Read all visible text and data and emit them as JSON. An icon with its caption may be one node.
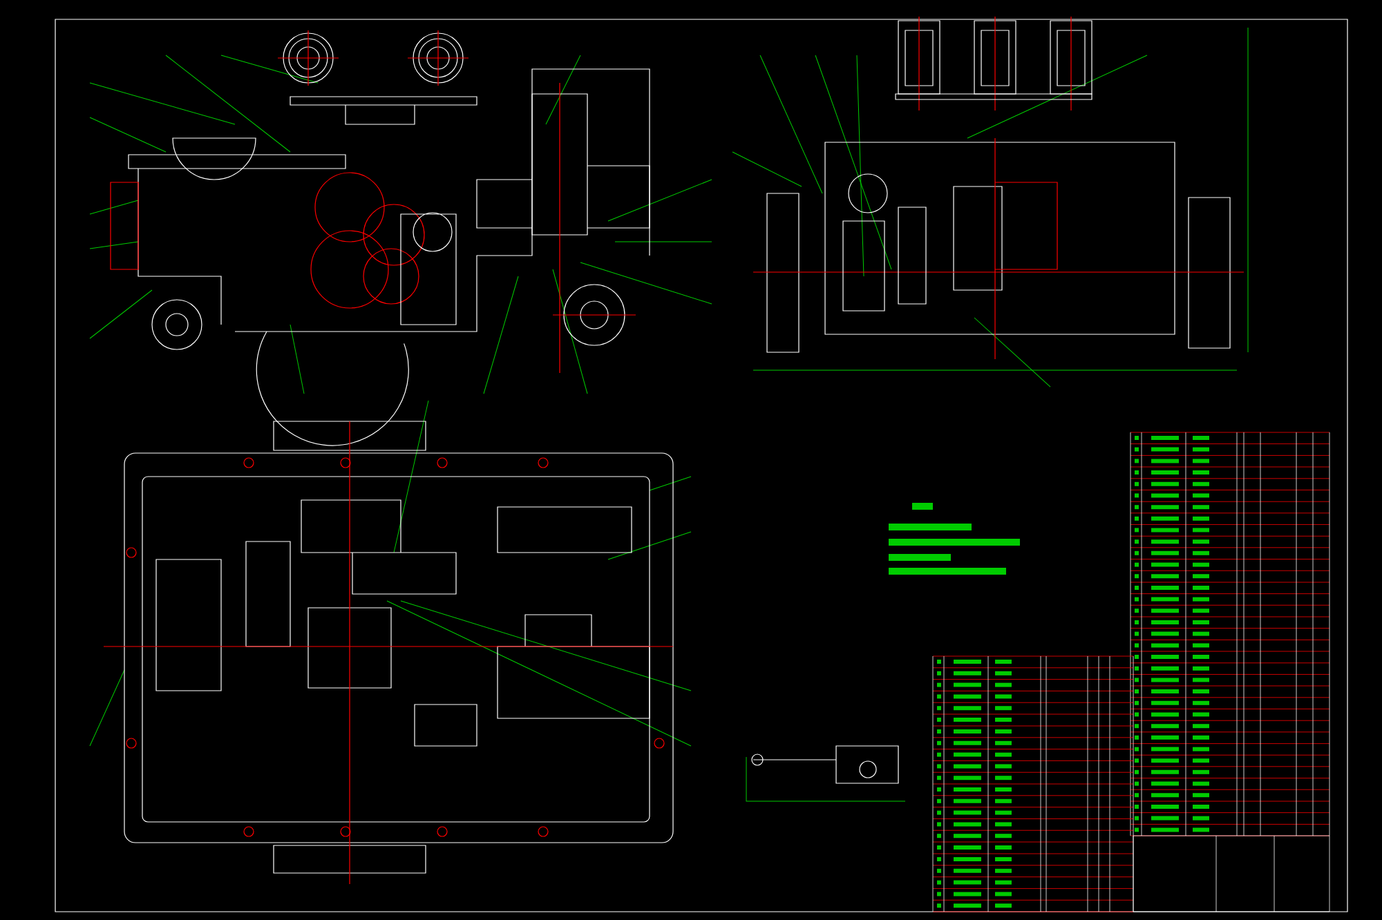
{
  "diagram": {
    "nodes": [
      {
        "text": [],
        "shape": "picture"
      },
      {
        "text": [],
        "shape": "picture"
      },
      {
        "text": [],
        "shape": "picture"
      },
      {
        "text": [],
        "shape": "picture"
      }
    ]
  }
}
